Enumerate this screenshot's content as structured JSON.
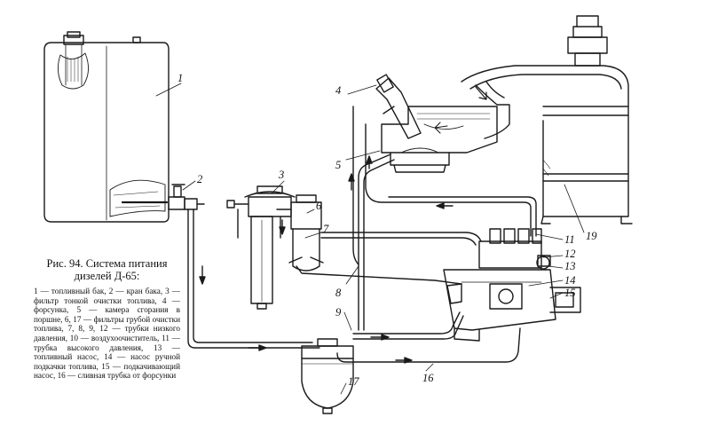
{
  "caption": {
    "title": "Рис. 94. Система питания дизелей Д-65:",
    "legend": "1 — топливный бак, 2 — кран бака, 3 — фильтр тонкой очистки топлива, 4 — форсунка, 5 — камера сгорания в поршне, 6, 17 — фильтры грубой очистки топлива, 7, 8, 9, 12 — трубки низкого давления, 10 — воздухоочиститель, 11 — трубка высокого давления, 13 — топливный насос, 14 — насос ручной подкачки топлива, 15 — подкачивающий насос, 16 — сливная трубка от форсунки"
  },
  "callouts": {
    "n1": "1",
    "n2": "2",
    "n3": "3",
    "n4": "4",
    "n5": "5",
    "n6": "6",
    "n7": "7",
    "n8": "8",
    "n9": "9",
    "n11": "11",
    "n12": "12",
    "n13": "13",
    "n14": "14",
    "n15": "15",
    "n16": "16",
    "n17": "17",
    "n19": "19"
  }
}
